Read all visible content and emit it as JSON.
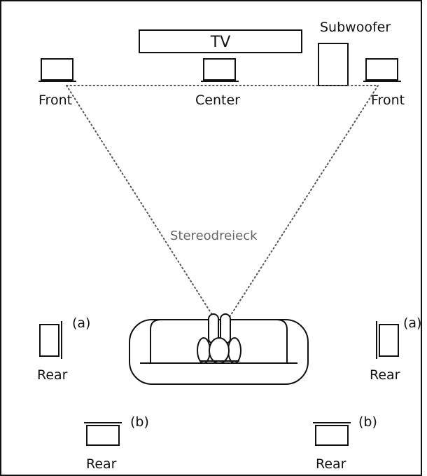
{
  "labels": {
    "tv": "TV",
    "subwoofer": "Subwoofer",
    "front_left": "Front",
    "center": "Center",
    "front_right": "Front",
    "stereo_triangle": "Stereodreieck",
    "rear_left_a": "Rear",
    "rear_right_a": "Rear",
    "rear_left_b": "Rear",
    "rear_right_b": "Rear",
    "marker_left_a": "(a)",
    "marker_right_a": "(a)",
    "marker_left_b": "(b)",
    "marker_right_b": "(b)"
  },
  "colors": {
    "stroke": "#111111",
    "dotted": "#555555",
    "triangle_label": "#666666",
    "background": "#ffffff"
  }
}
